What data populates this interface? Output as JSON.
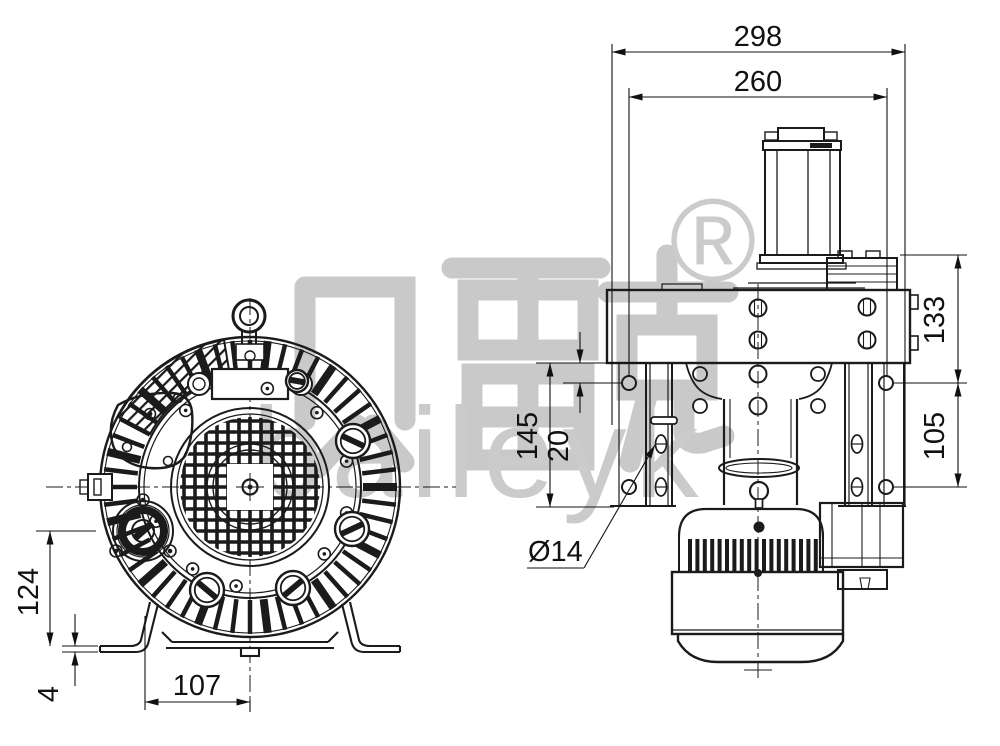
{
  "watermark": {
    "cjk": "贝雷克",
    "registered": "®",
    "latin": "baileyk"
  },
  "dimensions": {
    "overall_width": "298",
    "mount_hole_span": "260",
    "top_to_upper_hole": "133",
    "hole_vertical_spacing": "105",
    "flange_depth": "145",
    "plate_to_hole": "20",
    "mount_hole_diameter": "Ø14",
    "inlet_center_height": "124",
    "foot_plate_thickness": "4",
    "foot_to_center": "107"
  }
}
